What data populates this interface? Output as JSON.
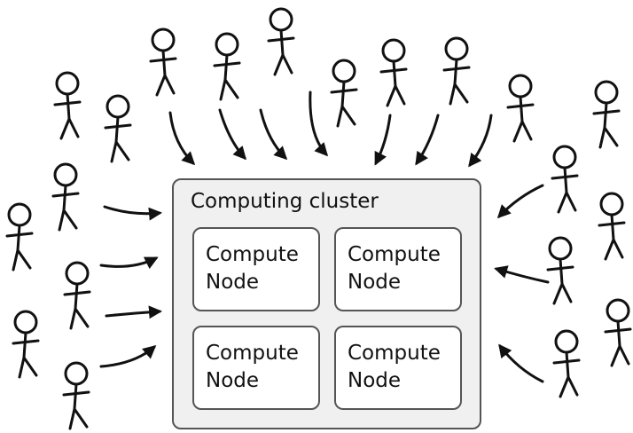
{
  "diagram": {
    "cluster_title": "Computing cluster",
    "nodes": [
      {
        "line1": "Compute",
        "line2": "Node"
      },
      {
        "line1": "Compute",
        "line2": "Node"
      },
      {
        "line1": "Compute",
        "line2": "Node"
      },
      {
        "line1": "Compute",
        "line2": "Node"
      }
    ]
  },
  "colors": {
    "stroke": "#111111",
    "box_border": "#555555",
    "cluster_fill": "#f0f0f0",
    "node_fill": "#ffffff"
  }
}
